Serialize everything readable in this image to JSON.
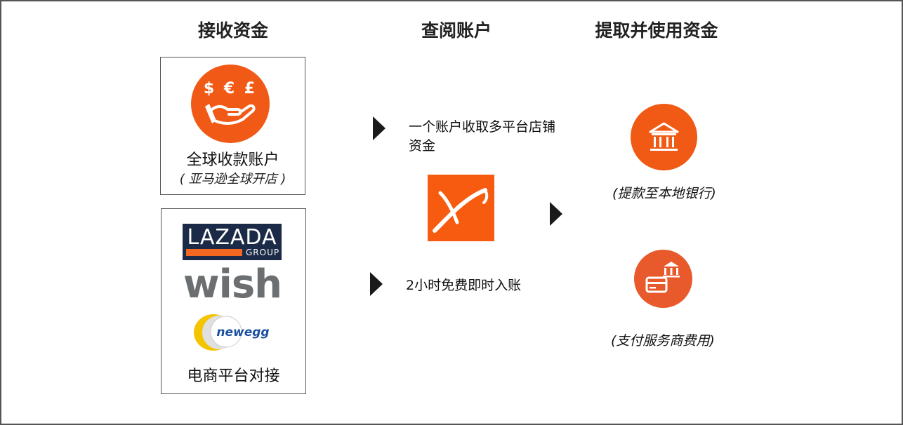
{
  "columns": {
    "receive": "接收资金",
    "view": "查阅账户",
    "withdraw": "提取并使用资金"
  },
  "account_box": {
    "money_symbols": "$ € £",
    "label": "全球收款账户",
    "sub_label": "( 亚马逊全球开店 )"
  },
  "platforms_box": {
    "lazada": {
      "name": "LAZADA",
      "sub": "GROUP"
    },
    "wish": "wish",
    "newegg": "newegg",
    "label": "电商平台对接"
  },
  "features": {
    "feature_1": "一个账户收取多平台店铺资金",
    "feature_2": "2小时免费即时入账"
  },
  "withdraw": {
    "bank_label": "(提款至本地银行)",
    "fee_label": "(支付服务商费用)"
  },
  "colors": {
    "accent": "#f15a16",
    "lazada_bg": "#1b2a46",
    "lazada_bar": "#f26722",
    "wish_gray": "#6b6f72",
    "newegg_blue": "#1a4fa0",
    "newegg_yellow": "#f5c400"
  },
  "icons": [
    "money-hand-icon",
    "payoneer-logo",
    "bank-icon",
    "bank-card-icon",
    "arrow-right-icon"
  ]
}
